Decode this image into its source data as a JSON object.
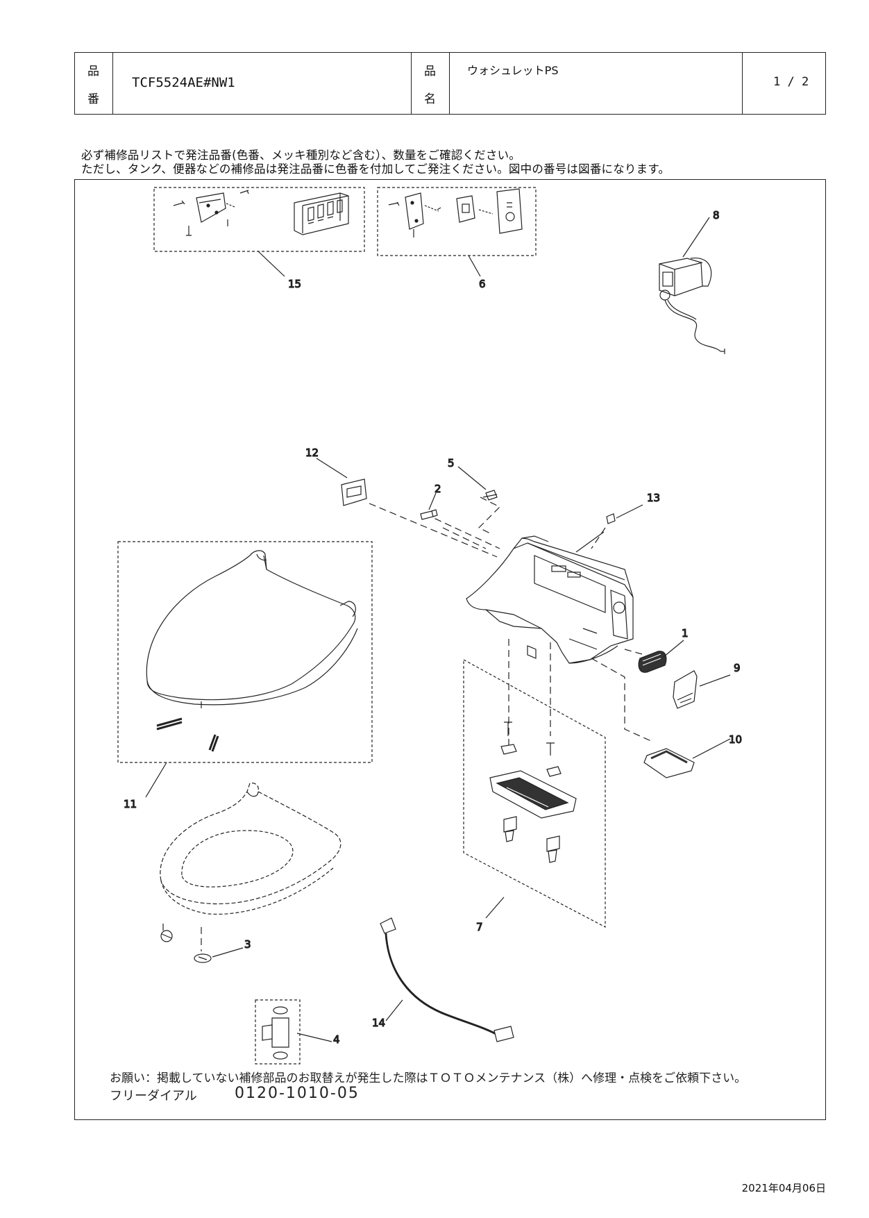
{
  "header": {
    "hinban_label_1": "品",
    "hinban_label_2": "番",
    "hinban_value": "TCF5524AE#NW1",
    "hinmei_label_1": "品",
    "hinmei_label_2": "名",
    "hinmei_value": "ウォシュレットPS",
    "page": "1 / 2"
  },
  "notes": {
    "line1": "必ず補修品リストで発注品番(色番、メッキ種別など含む）、数量をご確認ください。",
    "line2": "ただし、タンク、便器などの補修品は発注品番に色番を付加してご発注ください。図中の番号は図番になります。"
  },
  "diagram": {
    "callouts": [
      "1",
      "2",
      "3",
      "4",
      "5",
      "6",
      "7",
      "8",
      "9",
      "10",
      "11",
      "12",
      "13",
      "14",
      "15"
    ]
  },
  "footer": {
    "request": "お願い：掲載していない補修部品のお取替えが発生した際はＴＯＴＯメンテナンス（株）へ修理・点検をご依頼下さい。",
    "freedial_label": "フリーダイアル",
    "freedial_number": "0120-1010-05"
  },
  "date": "2021年04月06日"
}
